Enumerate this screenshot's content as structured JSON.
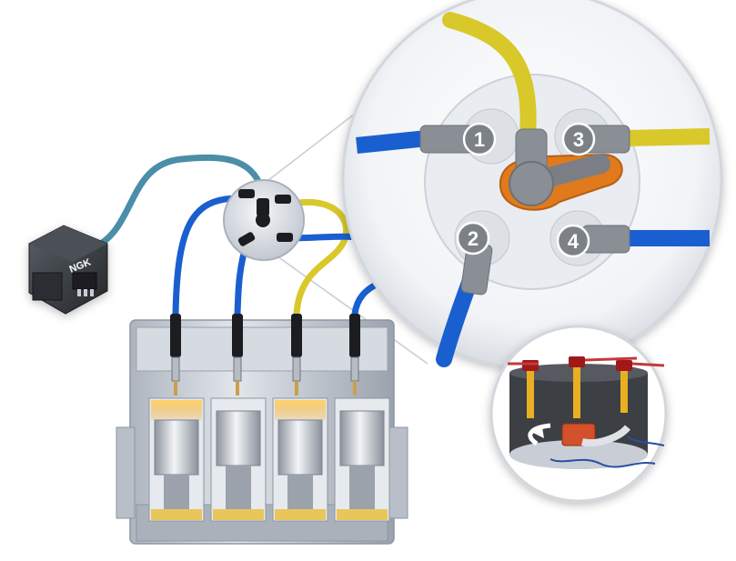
{
  "coil": {
    "brand": "NGK"
  },
  "distributor": {
    "terminals": [
      {
        "id": "1"
      },
      {
        "id": "2"
      },
      {
        "id": "3"
      },
      {
        "id": "4"
      }
    ]
  },
  "colors": {
    "blue_wire": "#1a5fd0",
    "yellow_wire": "#d8c82a",
    "teal_wire": "#4a8ea8",
    "rotor": "#e07a1c",
    "terminal_grey": "#8a8f96",
    "engine_grey": "#c9ced6",
    "piston_glow": "#f2b63a"
  }
}
